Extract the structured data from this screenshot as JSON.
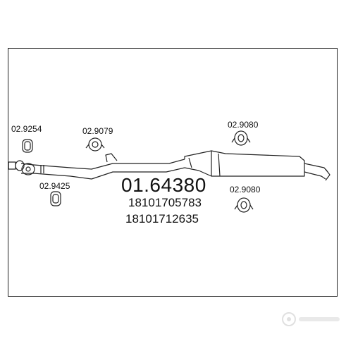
{
  "part_number": "01.64380",
  "oe_numbers": [
    "18101705783",
    "18101712635"
  ],
  "callouts": [
    {
      "code": "02.9254",
      "item": "clamp"
    },
    {
      "code": "02.9079",
      "item": "rubber-hanger"
    },
    {
      "code": "02.9425",
      "item": "gasket"
    },
    {
      "code": "02.9080",
      "item": "rubber-hanger"
    },
    {
      "code": "02.9080",
      "item": "rubber-hanger"
    }
  ],
  "colors": {
    "line": "#222222",
    "frame": "#222222",
    "background": "#ffffff"
  }
}
